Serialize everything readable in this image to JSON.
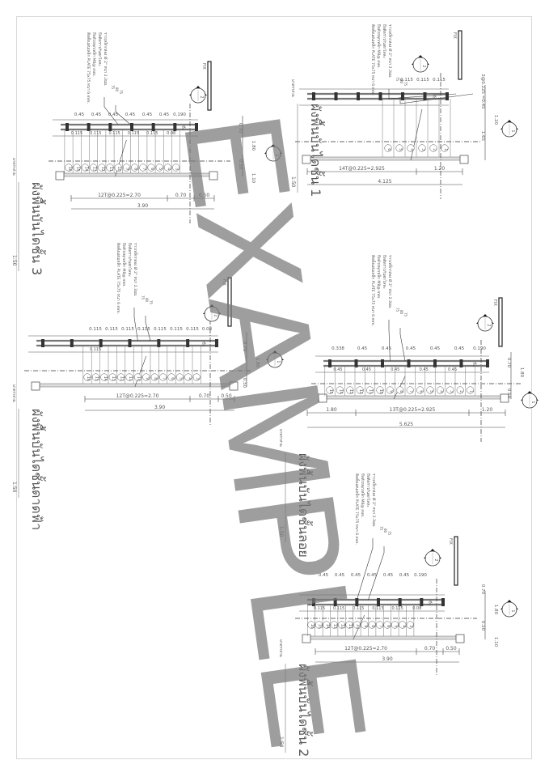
{
  "watermark": "EXAMPLE",
  "common": {
    "scale": "1:50",
    "scale_caption": "มาตราส่วน",
    "notes": [
      "ติดตั้งแผ่นเหล็ก PLATE 75x75 หนา 6 mm.",
      "ยึดด้วยพุกเหล็ก M8@ mm.",
      "ยึดติดราวกันตกโลหะ",
      "ราวเหล็กกล่อง Ø 2\" หนา 2.3มม."
    ],
    "note_dims": [
      "75",
      "80",
      "75"
    ],
    "fix_label": "FIX",
    "up_label": "ขึ้น",
    "marker_1": "1",
    "marker_2": "2"
  },
  "plans": [
    {
      "title": "ผังพื้นบันไดชั้น 3",
      "tread_numbers": [
        "16",
        "15",
        "14",
        "13",
        "12",
        "11",
        "10",
        "9",
        "8",
        "7",
        "6",
        "5",
        "4",
        "3"
      ],
      "top_labels": [
        "0.45",
        "0.45",
        "0.45",
        "0.45",
        "0.45",
        "0.45",
        "0.190"
      ],
      "inner_labels": [
        "0.115",
        "0.115",
        "0.115",
        "0.115",
        "0.115",
        "0.08"
      ],
      "dims_row1": [
        "12T@0.225=2.70",
        "0.70",
        "0.50"
      ],
      "dims_row2": "3.90",
      "side_dims": [
        "0.70",
        "1.80",
        "0.50",
        "1.10"
      ]
    },
    {
      "title": "ผังพื้นบันไดชั้น 1",
      "tread_numbers": [
        "6",
        "5",
        "4",
        "3",
        "2",
        "1"
      ],
      "top_labels": [
        "0.115",
        "0.115",
        "0.115"
      ],
      "inner_labels": [],
      "dims_row1": [
        "14T@0.225=2.925",
        "1.20"
      ],
      "dims_row2": "4.125",
      "side_dims": [
        "2@0.225 =0.45",
        "1.20",
        "1.65"
      ]
    },
    {
      "title": "ผังพื้นบันไดชั้นดาดฟ้า",
      "tread_numbers": [
        "16",
        "15",
        "14",
        "13",
        "12",
        "11",
        "10",
        "9",
        "8",
        "7",
        "6",
        "5",
        "4",
        "3"
      ],
      "top_labels": [
        "0.115",
        "0.115",
        "0.115",
        "0.115",
        "0.115",
        "0.115",
        "0.115",
        "0.08"
      ],
      "inner_labels": [
        "0.115"
      ],
      "dims_row1": [
        "12T@0.225=2.70",
        "0.70",
        "0.50"
      ],
      "dims_row2": "3.90",
      "side_dims": [
        "0.70",
        "1.80",
        "0.50"
      ]
    },
    {
      "title": "ผังพื้นบันไดชั้นลอย",
      "tread_numbers": [
        "15",
        "14",
        "13",
        "12",
        "11",
        "10",
        "9",
        "8",
        "7",
        "6",
        "5",
        "4",
        "3",
        "2",
        "1"
      ],
      "top_labels": [
        "0.338",
        "0.45",
        "0.45",
        "0.45",
        "0.45",
        "0.45",
        "0.190"
      ],
      "inner_labels": [
        "0.45",
        "0.45",
        "0.45",
        "0.45",
        "0.45"
      ],
      "dims_row1": [
        "1.80",
        "13T@0.225=2.925",
        "1.20"
      ],
      "dims_row2": "5.625",
      "side_dims": [
        "0.70",
        "1.80",
        "0.50"
      ]
    },
    {
      "title": "ผังพื้นบันไดชั้น 2",
      "tread_numbers": [
        "16",
        "15",
        "14",
        "13",
        "12",
        "11",
        "10",
        "9",
        "8",
        "7",
        "6",
        "5",
        "4",
        "3"
      ],
      "top_labels": [
        "0.45",
        "0.45",
        "0.45",
        "0.45",
        "0.45",
        "0.45",
        "0.190"
      ],
      "inner_labels": [
        "0.115",
        "0.115",
        "0.115",
        "0.115",
        "0.115",
        "0.08"
      ],
      "dims_row1": [
        "12T@0.225=2.70",
        "0.70",
        "0.50"
      ],
      "dims_row2": "3.90",
      "side_dims": [
        "0.70",
        "1.80",
        "0.50",
        "1.10"
      ]
    }
  ]
}
